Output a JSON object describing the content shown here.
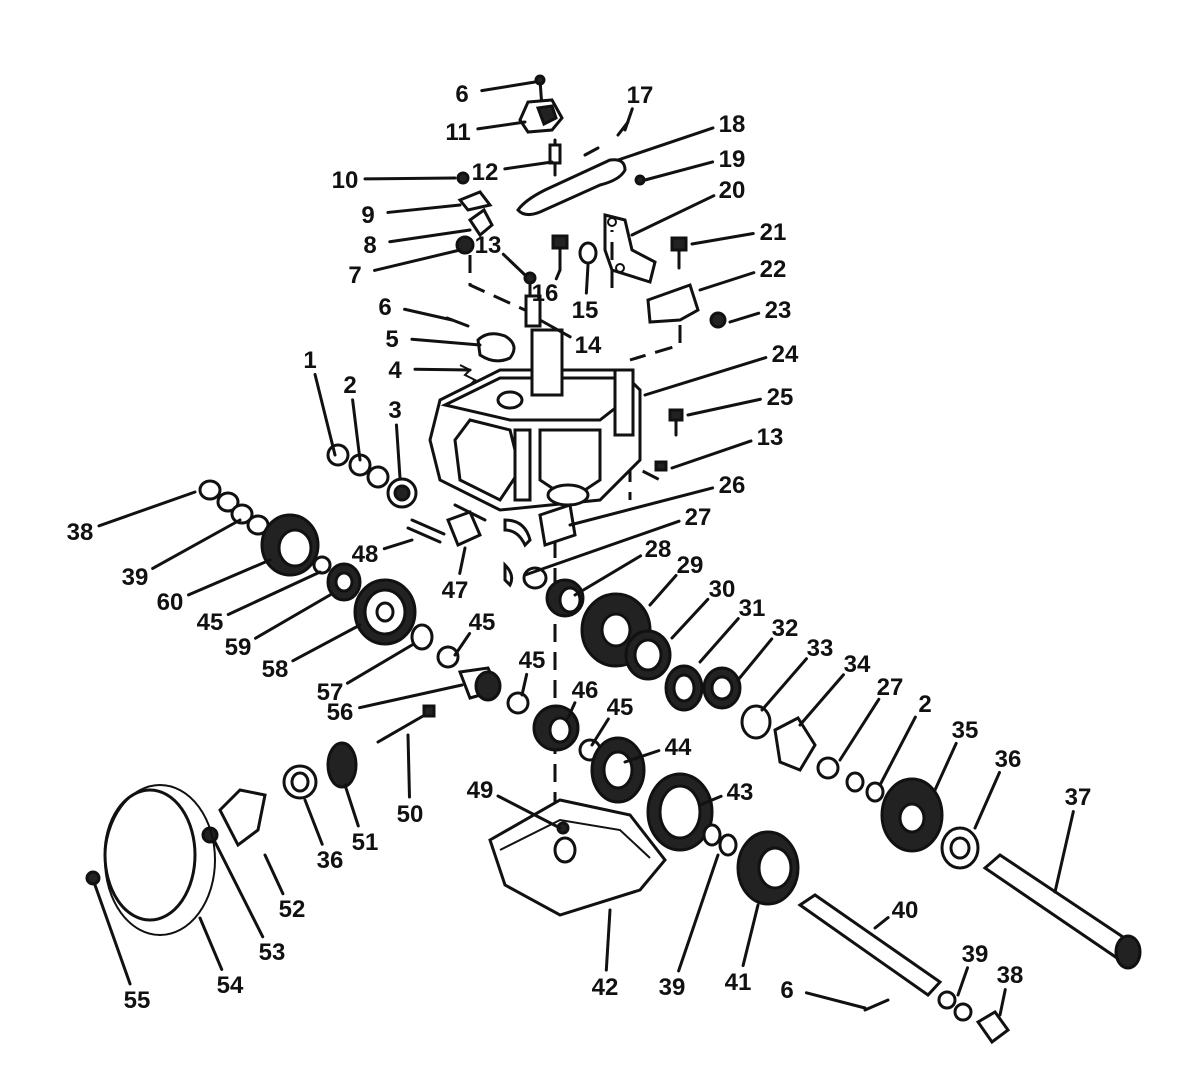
{
  "diagram": {
    "description_visible_text_only": true,
    "callouts": [
      {
        "id": "c1",
        "text": "1"
      },
      {
        "id": "c2",
        "text": "2"
      },
      {
        "id": "c3",
        "text": "3"
      },
      {
        "id": "c4",
        "text": "4"
      },
      {
        "id": "c5",
        "text": "5"
      },
      {
        "id": "c6a",
        "text": "6"
      },
      {
        "id": "c6b",
        "text": "6"
      },
      {
        "id": "c6c",
        "text": "6"
      },
      {
        "id": "c7",
        "text": "7"
      },
      {
        "id": "c8",
        "text": "8"
      },
      {
        "id": "c9",
        "text": "9"
      },
      {
        "id": "c10",
        "text": "10"
      },
      {
        "id": "c11",
        "text": "11"
      },
      {
        "id": "c12",
        "text": "12"
      },
      {
        "id": "c13a",
        "text": "13"
      },
      {
        "id": "c13b",
        "text": "13"
      },
      {
        "id": "c14",
        "text": "14"
      },
      {
        "id": "c15",
        "text": "15"
      },
      {
        "id": "c16",
        "text": "16"
      },
      {
        "id": "c17",
        "text": "17"
      },
      {
        "id": "c18",
        "text": "18"
      },
      {
        "id": "c19",
        "text": "19"
      },
      {
        "id": "c20",
        "text": "20"
      },
      {
        "id": "c21",
        "text": "21"
      },
      {
        "id": "c22",
        "text": "22"
      },
      {
        "id": "c23",
        "text": "23"
      },
      {
        "id": "c24",
        "text": "24"
      },
      {
        "id": "c25",
        "text": "25"
      },
      {
        "id": "c26",
        "text": "26"
      },
      {
        "id": "c27a",
        "text": "27"
      },
      {
        "id": "c27b",
        "text": "27"
      },
      {
        "id": "c28",
        "text": "28"
      },
      {
        "id": "c29",
        "text": "29"
      },
      {
        "id": "c30",
        "text": "30"
      },
      {
        "id": "c31",
        "text": "31"
      },
      {
        "id": "c32",
        "text": "32"
      },
      {
        "id": "c33",
        "text": "33"
      },
      {
        "id": "c34",
        "text": "34"
      },
      {
        "id": "c2b",
        "text": "2"
      },
      {
        "id": "c35",
        "text": "35"
      },
      {
        "id": "c36a",
        "text": "36"
      },
      {
        "id": "c36b",
        "text": "36"
      },
      {
        "id": "c37",
        "text": "37"
      },
      {
        "id": "c38a",
        "text": "38"
      },
      {
        "id": "c38b",
        "text": "38"
      },
      {
        "id": "c39a",
        "text": "39"
      },
      {
        "id": "c39b",
        "text": "39"
      },
      {
        "id": "c39c",
        "text": "39"
      },
      {
        "id": "c40",
        "text": "40"
      },
      {
        "id": "c41",
        "text": "41"
      },
      {
        "id": "c42",
        "text": "42"
      },
      {
        "id": "c43",
        "text": "43"
      },
      {
        "id": "c44",
        "text": "44"
      },
      {
        "id": "c45a",
        "text": "45"
      },
      {
        "id": "c45b",
        "text": "45"
      },
      {
        "id": "c45c",
        "text": "45"
      },
      {
        "id": "c45d",
        "text": "45"
      },
      {
        "id": "c46",
        "text": "46"
      },
      {
        "id": "c47",
        "text": "47"
      },
      {
        "id": "c48",
        "text": "48"
      },
      {
        "id": "c49",
        "text": "49"
      },
      {
        "id": "c50",
        "text": "50"
      },
      {
        "id": "c51",
        "text": "51"
      },
      {
        "id": "c52",
        "text": "52"
      },
      {
        "id": "c53",
        "text": "53"
      },
      {
        "id": "c54",
        "text": "54"
      },
      {
        "id": "c55",
        "text": "55"
      },
      {
        "id": "c56",
        "text": "56"
      },
      {
        "id": "c57",
        "text": "57"
      },
      {
        "id": "c58",
        "text": "58"
      },
      {
        "id": "c59",
        "text": "59"
      },
      {
        "id": "c60",
        "text": "60"
      }
    ]
  }
}
